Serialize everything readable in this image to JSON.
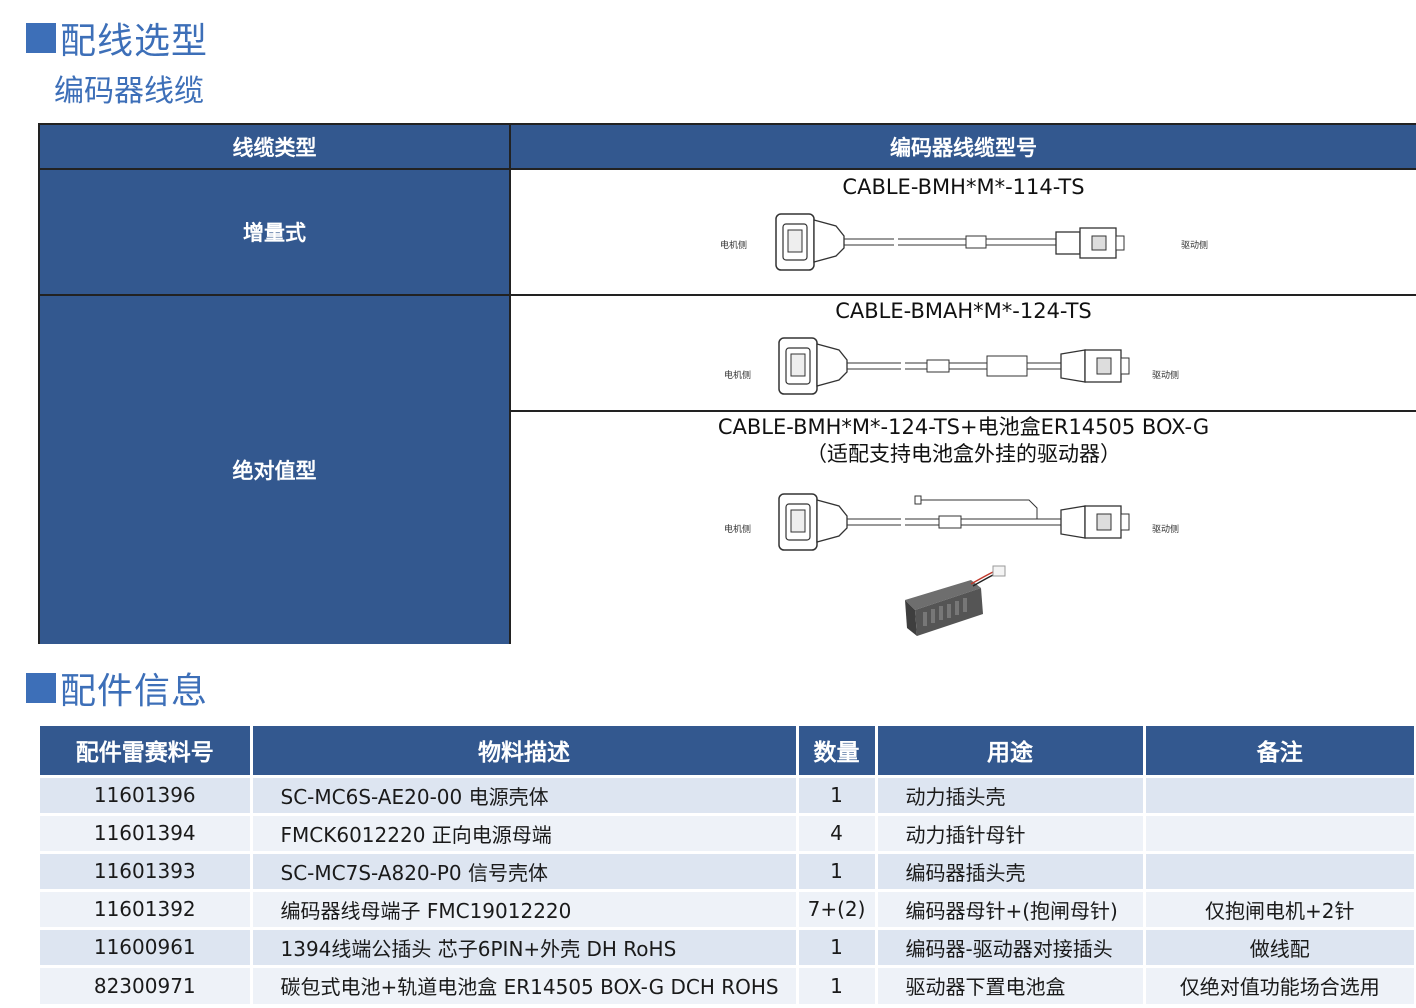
{
  "section1": {
    "title": "配线选型",
    "subtitle": "编码器线缆"
  },
  "cable_table": {
    "headers": {
      "type": "线缆类型",
      "model": "编码器线缆型号"
    },
    "rows": {
      "incremental": {
        "type": "增量式",
        "model": "CABLE-BMH*M*-114-TS",
        "left": "电机侧",
        "right": "驱动侧"
      },
      "absolute": {
        "type": "绝对值型",
        "model_a": {
          "model": "CABLE-BMAH*M*-124-TS",
          "left": "电机侧",
          "right": "驱动侧"
        },
        "model_b": {
          "model": "CABLE-BMH*M*-124-TS+电池盒ER14505 BOX-G",
          "note": "（适配支持电池盒外挂的驱动器）",
          "left": "电机侧",
          "right": "驱动侧"
        }
      }
    }
  },
  "section2": {
    "title": "配件信息"
  },
  "parts": {
    "headers": [
      "配件雷赛料号",
      "物料描述",
      "数量",
      "用途",
      "备注"
    ],
    "rows": [
      [
        "11601396",
        "SC-MC6S-AE20-00 电源壳体",
        "1",
        "动力插头壳",
        ""
      ],
      [
        "11601394",
        "FMCK6012220 正向电源母端",
        "4",
        "动力插针母针",
        ""
      ],
      [
        "11601393",
        "SC-MC7S-A820-P0 信号壳体",
        "1",
        "编码器插头壳",
        ""
      ],
      [
        "11601392",
        "编码器线母端子 FMC19012220",
        "7+(2)",
        "编码器母针+(抱闸母针)",
        "仅抱闸电机+2针"
      ],
      [
        "11600961",
        "1394线端公插头  芯子6PIN+外壳   DH  RoHS",
        "1",
        "编码器-驱动器对接插头",
        "做线配"
      ],
      [
        "82300971",
        "碳包式电池+轨道电池盒 ER14505 BOX-G DCH ROHS",
        "1",
        "驱动器下置电池盒",
        "仅绝对值功能场合选用"
      ]
    ]
  }
}
